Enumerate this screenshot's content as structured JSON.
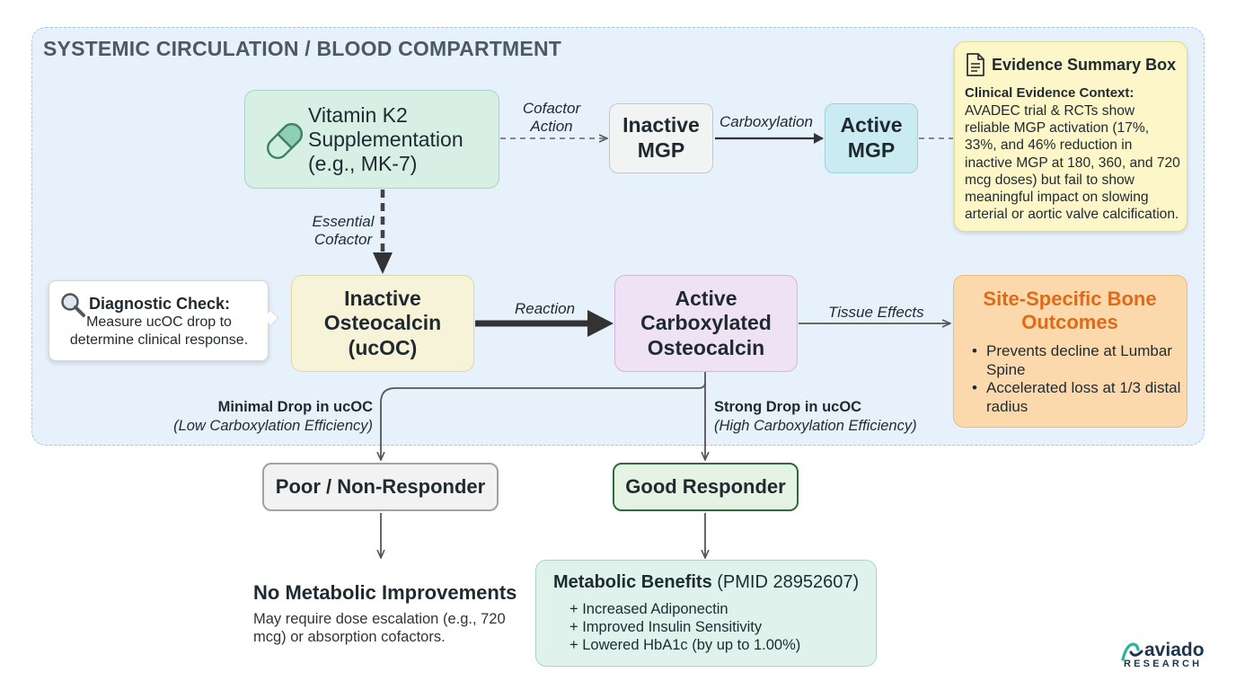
{
  "compartment": {
    "title": "SYSTEMIC CIRCULATION / BLOOD COMPARTMENT"
  },
  "nodes": {
    "k2": "Vitamin K2 Supplementation (e.g., MK-7)",
    "inactive_mgp": "Inactive MGP",
    "active_mgp": "Active MGP",
    "inactive_oc": "Inactive Osteocalcin (ucOC)",
    "active_oc": "Active Carboxylated Osteocalcin",
    "poor": "Poor / Non-Responder",
    "good": "Good Responder"
  },
  "edges": {
    "cofactor_action": "Cofactor Action",
    "carboxylation": "Carboxylation",
    "essential_cofactor": "Essential Cofactor",
    "reaction": "Reaction",
    "tissue_effects": "Tissue Effects",
    "minimal_drop": "Minimal Drop in ucOC",
    "minimal_drop_sub": "(Low Carboxylation Efficiency)",
    "strong_drop": "Strong Drop in ucOC",
    "strong_drop_sub": "(High Carboxylation Efficiency)"
  },
  "evidence": {
    "title": "Evidence Summary Box",
    "icon": "document-icon",
    "context_label": "Clinical Evidence Context:",
    "body": "AVADEC trial & RCTs show reliable MGP activation (17%, 33%, and 46% reduction in inactive MGP at 180, 360, and 720 mcg doses) but fail to show meaningful impact on slowing arterial or aortic valve calcification."
  },
  "bone": {
    "title": "Site-Specific Bone Outcomes",
    "items": [
      "Prevents decline at Lumbar Spine",
      "Accelerated loss at 1/3 distal radius"
    ]
  },
  "diagnostic": {
    "icon": "magnifier-icon",
    "title": "Diagnostic Check:",
    "body": "Measure ucOC drop to determine clinical response."
  },
  "no_metabolic": {
    "title": "No Metabolic Improvements",
    "body": "May require dose escalation (e.g., 720 mcg) or absorption cofactors."
  },
  "metabolic": {
    "title": "Metabolic Benefits",
    "pmid": "(PMID 28952607)",
    "items": [
      "+ Increased Adiponectin",
      "+ Improved Insulin Sensitivity",
      "+ Lowered HbA1c (by up to 1.00%)"
    ]
  },
  "logo": {
    "name": "aviado",
    "sub": "RESEARCH"
  },
  "colors": {
    "compartment_bg": "#e6f1fb",
    "bone_title": "#e06a18",
    "good_border": "#2e6b3a",
    "logo_teal": "#2bb3a0",
    "logo_navy": "#1c3550"
  }
}
